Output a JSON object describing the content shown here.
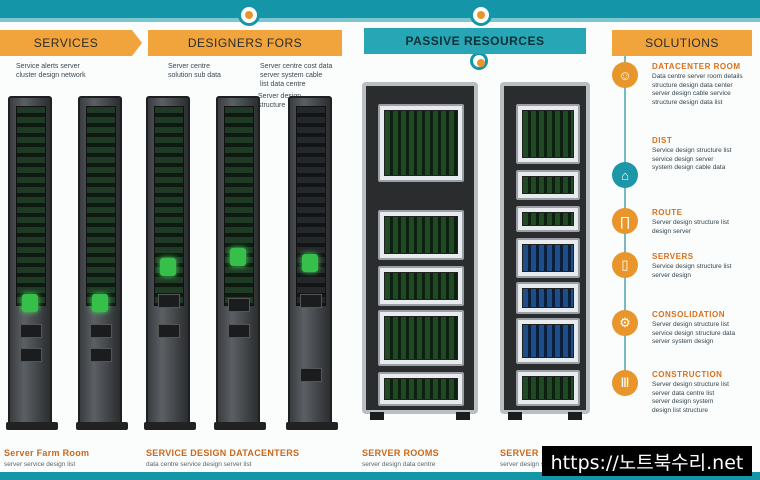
{
  "banners": {
    "b1": "SERVICES",
    "b2": "DESIGNERS FORS",
    "b3": "PASSIVE RESOURCES",
    "b4": "SOLUTIONS"
  },
  "captions": {
    "c1": "Service alerts server\ncluster design network",
    "c2": "Server centre\nsolution sub data",
    "c3": "Server centre cost data\nserver system cable\nlist data centre",
    "c4": "Server design\nstructure"
  },
  "list": [
    {
      "icon": "☺",
      "title": "DATACENTER ROOM",
      "desc": "Data centre server room details\nstructure design data center\nserver design cable service\nstructure design data list"
    },
    {
      "icon": "⌂",
      "title": "DIST",
      "desc": "Service design structure list\nservice design server\nsystem design cable data"
    },
    {
      "icon": "∏",
      "title": "ROUTE",
      "desc": "Server design structure list\ndesign server"
    },
    {
      "icon": "▯",
      "title": "SERVERS",
      "desc": "Service design structure list\nserver design"
    },
    {
      "icon": "⚙",
      "title": "CONSOLIDATION",
      "desc": "Server design structure list\nservice design structure data\nserver system design"
    },
    {
      "icon": "Ⅲ",
      "title": "CONSTRUCTION",
      "desc": "Server design structure list\nserver data centre list\nserver design system\ndesign list structure"
    }
  ],
  "footer": {
    "f1_label": "Server Farm Room",
    "f1_text": "server service design list",
    "f2_label": "SERVICE DESIGN DATACENTERS",
    "f2_text": "data centre service design server list",
    "f3_label": "SERVER ROOMS",
    "f3_text": "server design data centre",
    "f4_label": "SERVER CENTRES",
    "f4_text": "server design structure"
  },
  "watermark": "https://노트북수리.net"
}
